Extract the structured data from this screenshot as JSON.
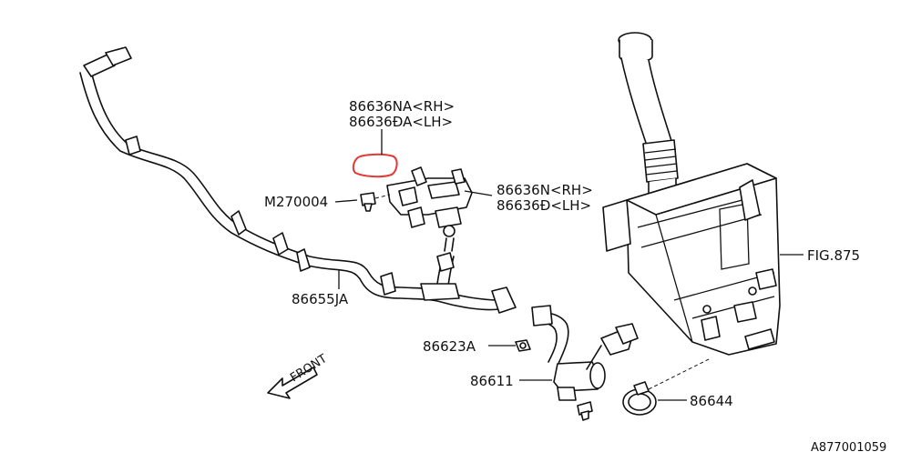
{
  "diagram": {
    "labels": {
      "nozzle_rh_top": "86636NA<RH>",
      "nozzle_lh_top": "86636ÐA<LH>",
      "nozzle_rh": "86636N<RH>",
      "nozzle_lh": "86636Ð<LH>",
      "bolt": "M270004",
      "hose": "86655JA",
      "grommet": "86623A",
      "pump": "86611",
      "clip": "86644",
      "tank_ref": "FIG.875",
      "front": "FRONT",
      "drawing_id": "A877001059"
    },
    "highlight_color": "#e53935"
  }
}
